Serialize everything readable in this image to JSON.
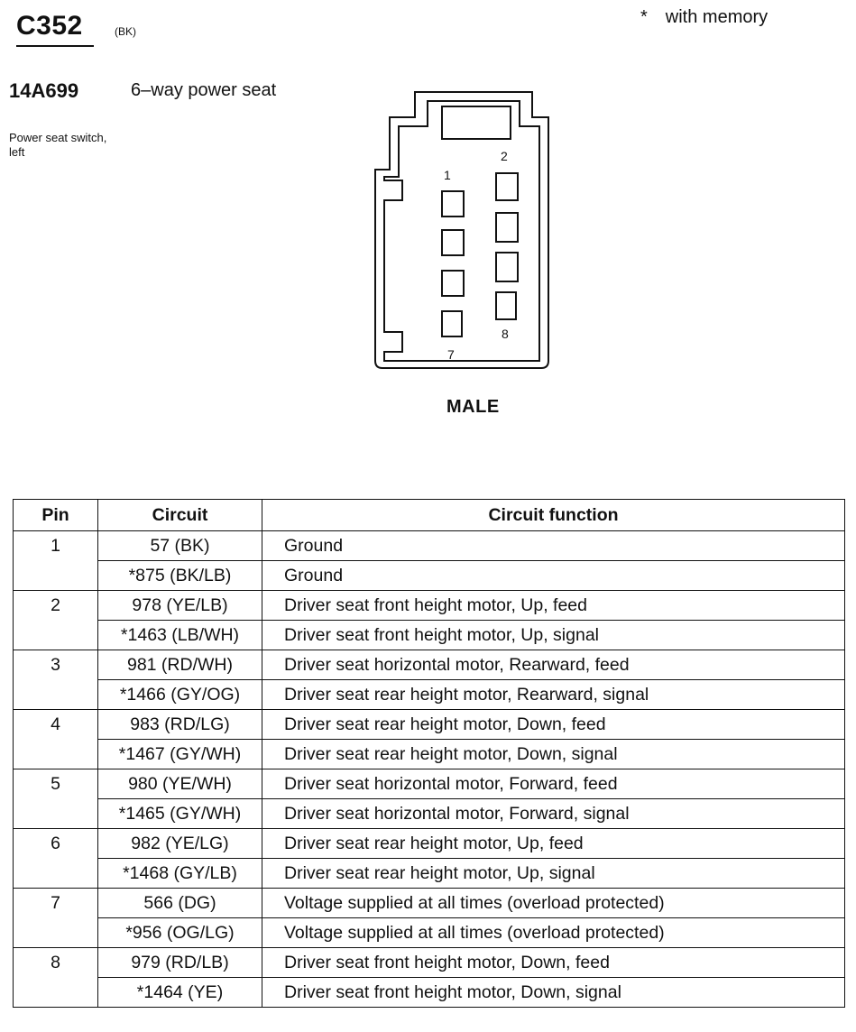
{
  "header": {
    "connector_id": "C352",
    "connector_color": "(BK)",
    "memory_note_symbol": "*",
    "memory_note_text": "with memory",
    "part_number": "14A699",
    "part_description": "6–way power seat",
    "location_line1": "Power seat switch,",
    "location_line2": "left"
  },
  "diagram": {
    "pin_labels": {
      "p1": "1",
      "p2": "2",
      "p7": "7",
      "p8": "8"
    },
    "view_label": "MALE"
  },
  "table": {
    "headers": [
      "Pin",
      "Circuit",
      "Circuit function"
    ],
    "pins": [
      {
        "pin": "1",
        "rows": [
          {
            "circuit": "57 (BK)",
            "function": "Ground"
          },
          {
            "circuit": "*875 (BK/LB)",
            "function": "Ground"
          }
        ]
      },
      {
        "pin": "2",
        "rows": [
          {
            "circuit": "978 (YE/LB)",
            "function": "Driver seat front height motor, Up, feed"
          },
          {
            "circuit": "*1463 (LB/WH)",
            "function": "Driver seat front height motor, Up, signal"
          }
        ]
      },
      {
        "pin": "3",
        "rows": [
          {
            "circuit": "981 (RD/WH)",
            "function": "Driver seat horizontal motor, Rearward, feed"
          },
          {
            "circuit": "*1466 (GY/OG)",
            "function": "Driver seat rear height motor, Rearward, signal"
          }
        ]
      },
      {
        "pin": "4",
        "rows": [
          {
            "circuit": "983 (RD/LG)",
            "function": "Driver seat rear height motor, Down, feed"
          },
          {
            "circuit": "*1467 (GY/WH)",
            "function": "Driver seat rear height motor, Down, signal"
          }
        ]
      },
      {
        "pin": "5",
        "rows": [
          {
            "circuit": "980 (YE/WH)",
            "function": "Driver seat horizontal motor, Forward, feed"
          },
          {
            "circuit": "*1465 (GY/WH)",
            "function": "Driver seat horizontal motor, Forward, signal"
          }
        ]
      },
      {
        "pin": "6",
        "rows": [
          {
            "circuit": "982 (YE/LG)",
            "function": "Driver seat rear height motor, Up, feed"
          },
          {
            "circuit": "*1468 (GY/LB)",
            "function": "Driver seat rear height motor, Up, signal"
          }
        ]
      },
      {
        "pin": "7",
        "rows": [
          {
            "circuit": "566 (DG)",
            "function": "Voltage supplied at all times (overload protected)"
          },
          {
            "circuit": "*956 (OG/LG)",
            "function": "Voltage supplied at all times (overload protected)"
          }
        ]
      },
      {
        "pin": "8",
        "rows": [
          {
            "circuit": "979 (RD/LB)",
            "function": "Driver seat front height motor, Down, feed"
          },
          {
            "circuit": "*1464 (YE)",
            "function": "Driver seat front height motor, Down, signal"
          }
        ]
      }
    ]
  }
}
